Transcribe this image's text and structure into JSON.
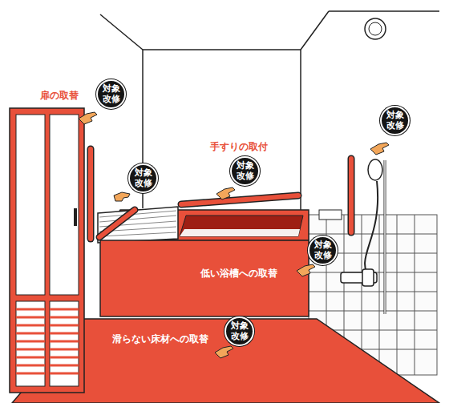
{
  "diagram": {
    "nodes": [
      {
        "text": [
          "対象 改修"
        ]
      },
      {
        "text": [
          "対象 改修"
        ]
      },
      {
        "text": [
          "対象 改修"
        ]
      },
      {
        "text": [
          "対象 改修"
        ]
      },
      {
        "text": [
          "対象 改修"
        ]
      },
      {
        "text": [
          "対象 改修"
        ]
      }
    ],
    "labels": [
      "扉の取替",
      "手すりの取付",
      "低い浴槽への取替",
      "滑らない床材への取替"
    ]
  }
}
